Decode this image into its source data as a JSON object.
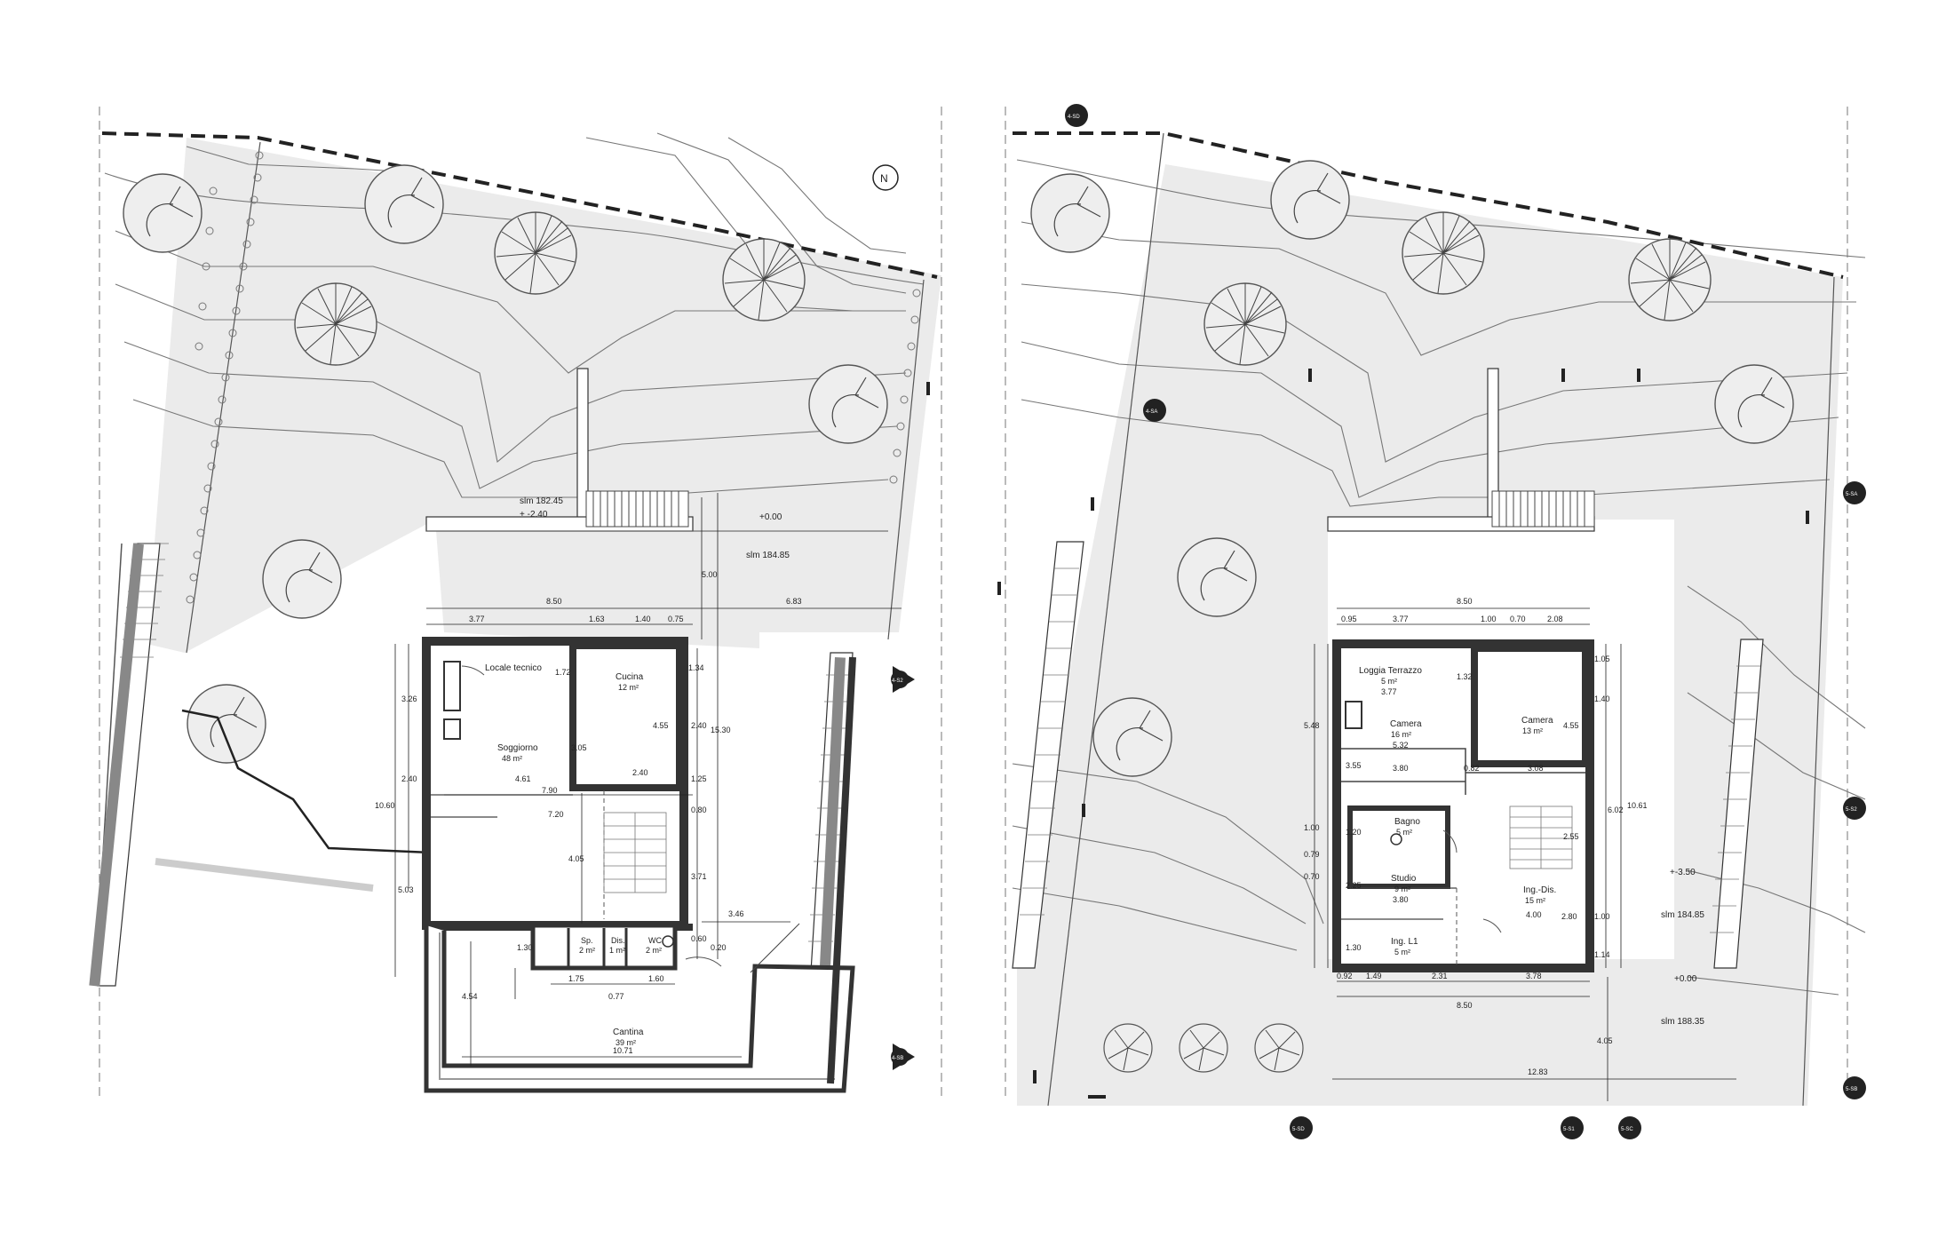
{
  "left_plan": {
    "levels": [
      "slm 182.45",
      "+ -2.40",
      "+0.00",
      "slm 184.85"
    ],
    "rooms": [
      {
        "name": "Locale tecnico",
        "area": ""
      },
      {
        "name": "Cucina",
        "area": "12 m²"
      },
      {
        "name": "Soggiorno",
        "area": "48 m²"
      },
      {
        "name": "Sp.",
        "area": "2 m²"
      },
      {
        "name": "Dis.",
        "area": "1 m²"
      },
      {
        "name": "WC",
        "area": "2 m²"
      },
      {
        "name": "Cantina",
        "area": "39 m²"
      }
    ],
    "dimensions": [
      "8.50",
      "6.83",
      "3.77",
      "1.63",
      "1.40",
      "0.75",
      "5.00",
      "1.72",
      "3.26",
      "1.34",
      "3.05",
      "4.55",
      "2.40",
      "15.30",
      "4.61",
      "2.40",
      "7.90",
      "1.25",
      "2.40",
      "10.60",
      "7.20",
      "4.05",
      "0.80",
      "3.71",
      "5.03",
      "3.46",
      "1.30",
      "0.60",
      "0.20",
      "1.75",
      "0.77",
      "1.60",
      "4.54",
      "10.71"
    ],
    "section_marks": [
      "4-S2",
      "4-SB"
    ]
  },
  "right_plan": {
    "levels": [
      "+-3.50",
      "slm 184.85",
      "+0.00",
      "slm 188.35"
    ],
    "rooms": [
      {
        "name": "Loggia Terrazzo",
        "area": "5 m²",
        "dim": "3.77"
      },
      {
        "name": "Camera",
        "area": "16 m²",
        "dim": "5.32"
      },
      {
        "name": "Camera",
        "area": "13 m²",
        "dim": ""
      },
      {
        "name": "Bagno",
        "area": "5 m²",
        "dim": ""
      },
      {
        "name": "Studio",
        "area": "9 m²",
        "dim": "3.80"
      },
      {
        "name": "Ing.-Dis.",
        "area": "15 m²",
        "dim": "4.00"
      },
      {
        "name": "Ing. L1",
        "area": "5 m²",
        "dim": ""
      }
    ],
    "dimensions": [
      "8.50",
      "0.95",
      "3.77",
      "1.00",
      "0.70",
      "2.08",
      "1.05",
      "1.32",
      "1.40",
      "5.48",
      "4.55",
      "3.55",
      "3.80",
      "0.82",
      "3.08",
      "10.61",
      "6.02",
      "2.55",
      "1.20",
      "1.00",
      "0.79",
      "0.70",
      "2.25",
      "2.80",
      "1.00",
      "1.30",
      "1.14",
      "0.92",
      "1.49",
      "2.31",
      "3.78",
      "8.50",
      "4.05",
      "12.83"
    ],
    "section_marks": [
      "4-SD",
      "4-SA",
      "5-SA",
      "5-S2",
      "5-SB",
      "5-SD",
      "5-S1",
      "5-SC"
    ]
  },
  "north_label": "N"
}
